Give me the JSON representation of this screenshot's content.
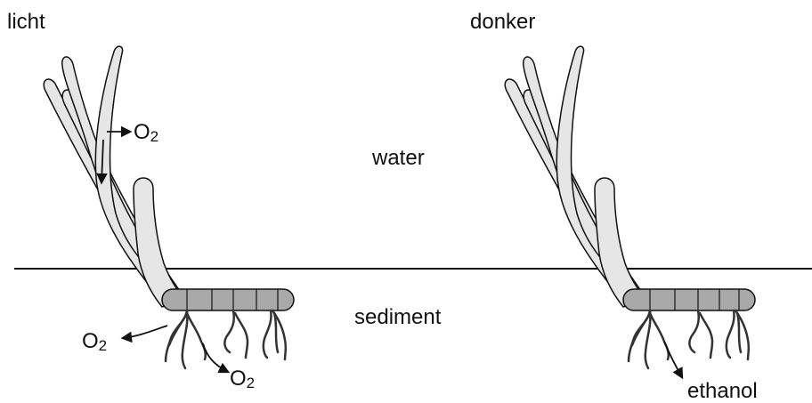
{
  "panels": {
    "left_title": "licht",
    "right_title": "donker"
  },
  "zones": {
    "water": "water",
    "sediment": "sediment"
  },
  "labels": {
    "o2_main": "O",
    "o2_sub": "2",
    "ethanol": "ethanol"
  },
  "colors": {
    "leaf_fill": "#e6e6e6",
    "rhizome_fill": "#a9a9a9",
    "outline": "#111111",
    "root": "#333333"
  }
}
